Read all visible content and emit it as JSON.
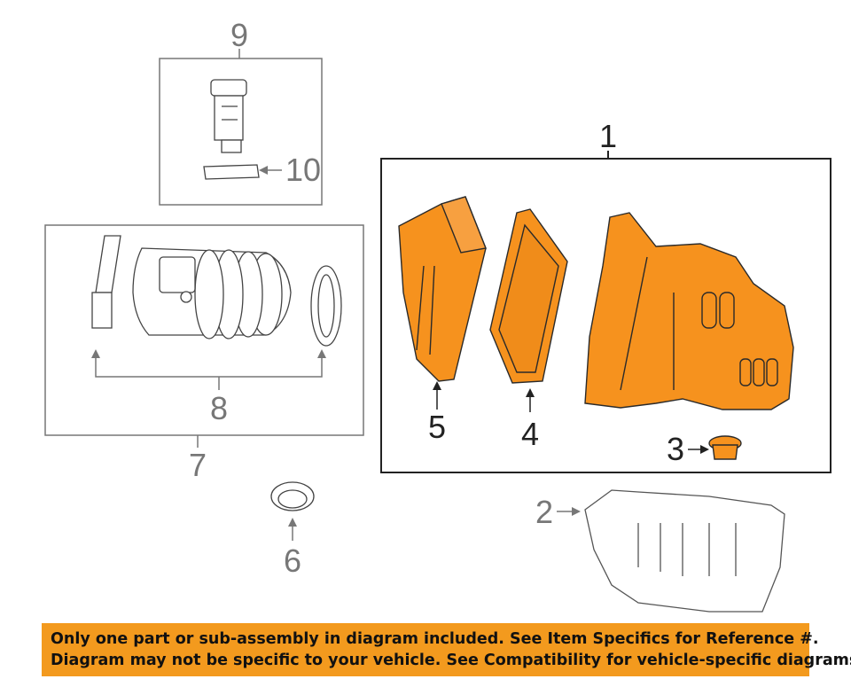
{
  "callouts": {
    "c1": "1",
    "c2": "2",
    "c3": "3",
    "c4": "4",
    "c5": "5",
    "c6": "6",
    "c7": "7",
    "c8": "8",
    "c9": "9",
    "c10": "10"
  },
  "banner": {
    "line1": "Only one part or sub-assembly in diagram included. See Item Specifics for Reference #.",
    "line2": "Diagram may not be specific to your vehicle. See Compatibility for vehicle-specific diagrams."
  },
  "colors": {
    "part_fill": "#f6921e",
    "outline": "#2a2a2a",
    "gray_line": "#7a7a7a",
    "banner_bg": "#f39a1e"
  }
}
